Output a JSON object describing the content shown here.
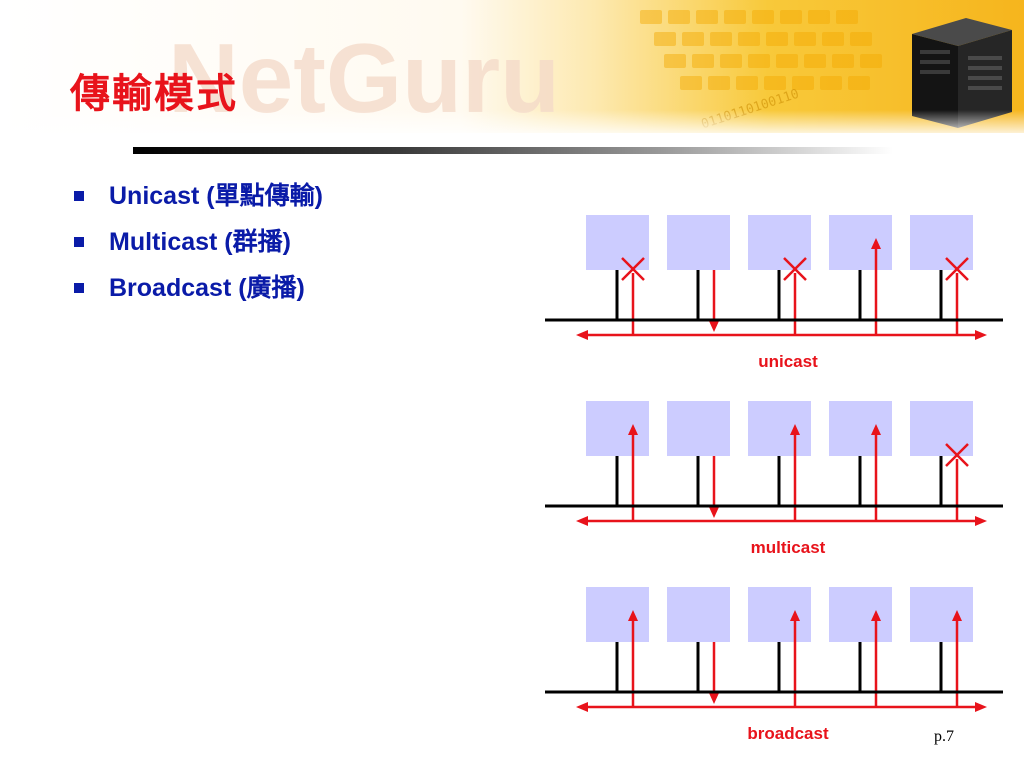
{
  "slide": {
    "logo_text": "NetGuru",
    "title": "傳輸模式",
    "page_number": "p.7"
  },
  "bullets": [
    "Unicast (單點傳輸)",
    "Multicast (群播)",
    "Broadcast (廣播)"
  ],
  "colors": {
    "title": "#e8131b",
    "bullet_text": "#0a1ba8",
    "host_box": "#ccccff",
    "signal": "#e8131b",
    "network": "#000000"
  },
  "diagrams": [
    {
      "label": "unicast",
      "hosts": [
        {
          "tap": "blocked"
        },
        {
          "tap": "source"
        },
        {
          "tap": "blocked"
        },
        {
          "tap": "receive"
        },
        {
          "tap": "blocked"
        }
      ]
    },
    {
      "label": "multicast",
      "hosts": [
        {
          "tap": "receive"
        },
        {
          "tap": "source"
        },
        {
          "tap": "receive"
        },
        {
          "tap": "receive"
        },
        {
          "tap": "blocked"
        }
      ]
    },
    {
      "label": "broadcast",
      "hosts": [
        {
          "tap": "receive"
        },
        {
          "tap": "source"
        },
        {
          "tap": "receive"
        },
        {
          "tap": "receive"
        },
        {
          "tap": "receive"
        }
      ]
    }
  ]
}
